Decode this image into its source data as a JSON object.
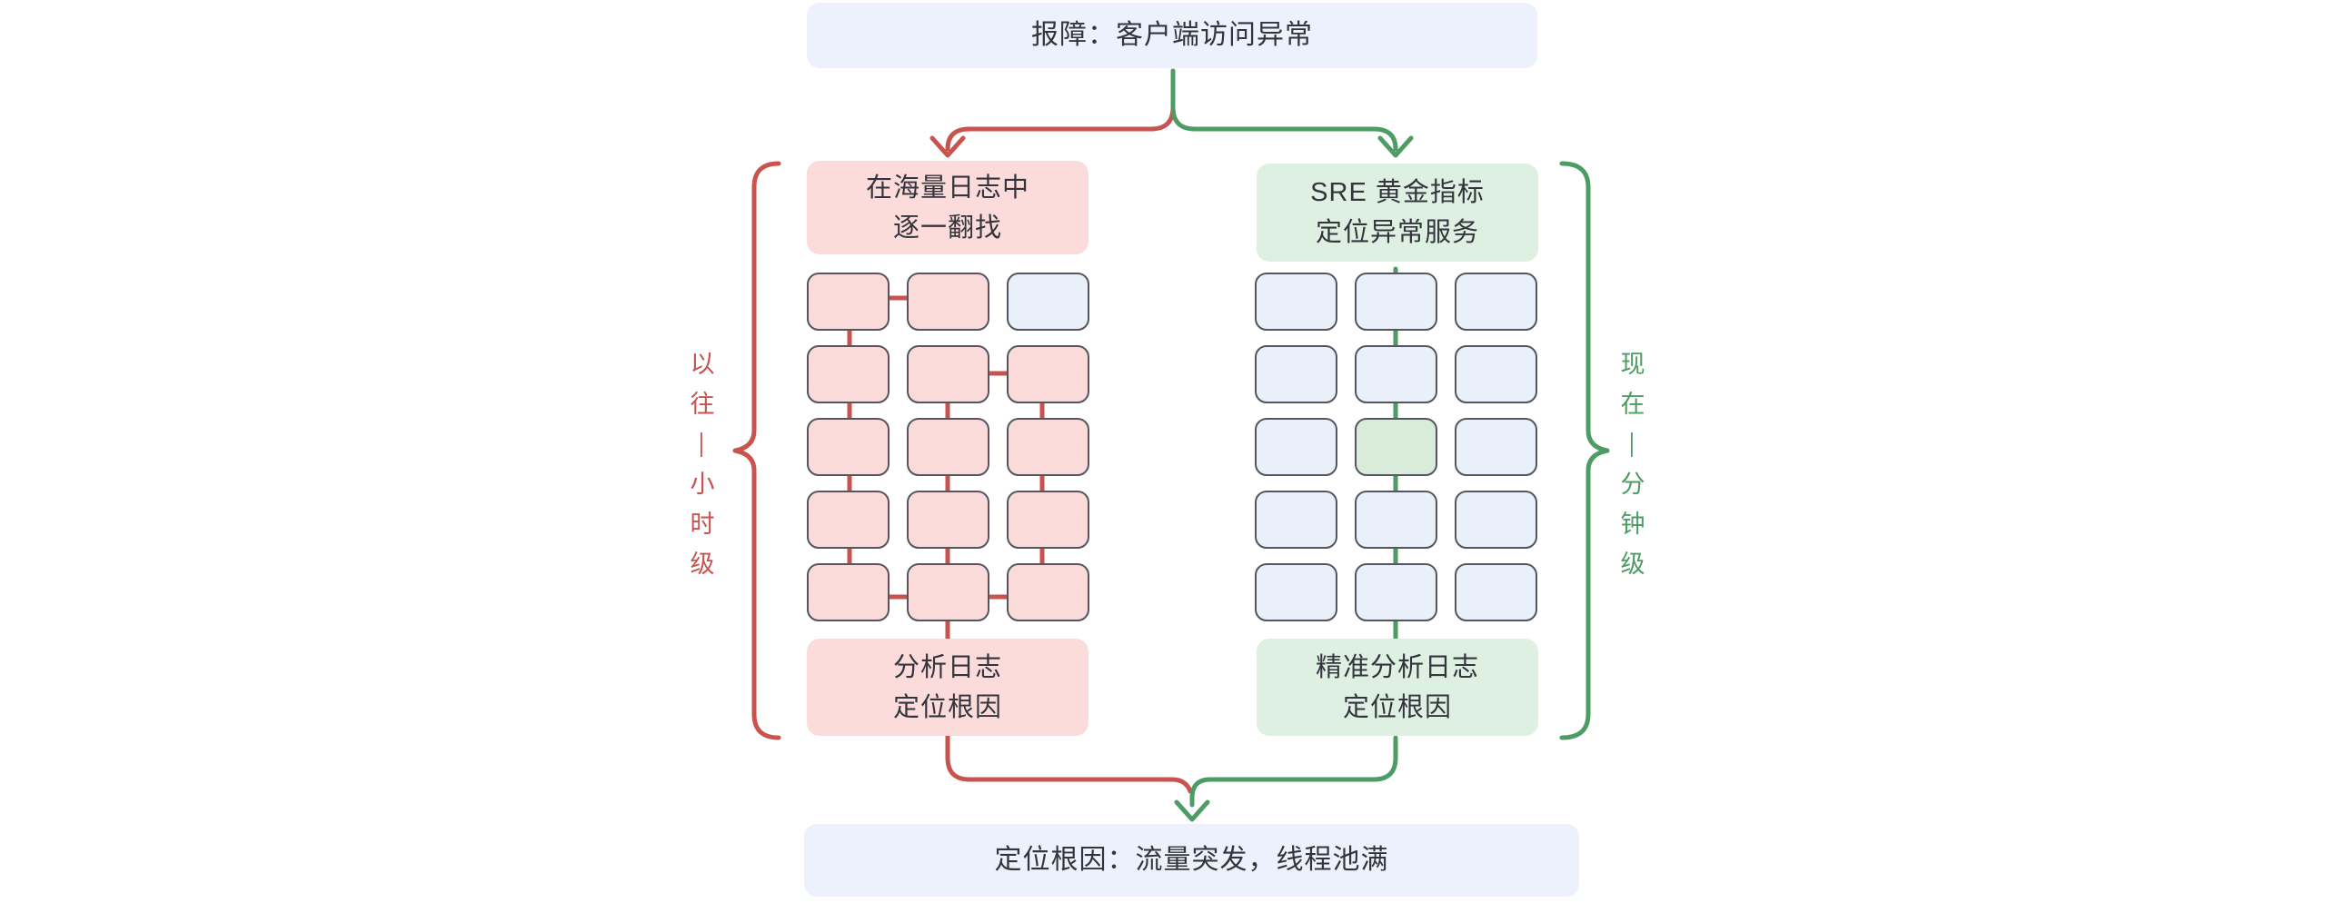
{
  "colors": {
    "red": "#c9534f",
    "green": "#4d9c64",
    "box_blue": "#edf1fb",
    "box_pink": "#fcdbdb",
    "box_green": "#def0e1",
    "cell_pink": "#fbdada",
    "cell_blue": "#eaf0fa",
    "cell_green": "#d8ecd9",
    "cell_border": "#54555f",
    "text": "#33343d"
  },
  "top_box": {
    "label": "报障：客户端访问异常"
  },
  "left_flow": {
    "step1_lines": [
      "在海量日志中",
      "逐一翻找"
    ],
    "step2_lines": [
      "分析日志",
      "定位根因"
    ],
    "brace_label": "以往—小时级",
    "brace_label_chars": [
      "以",
      "往",
      "—",
      "小",
      "时",
      "级"
    ]
  },
  "right_flow": {
    "step1_lines": [
      "SRE 黄金指标",
      "定位异常服务"
    ],
    "step2_lines": [
      "精准分析日志",
      "定位根因"
    ],
    "brace_label": "现在—分钟级",
    "brace_label_chars": [
      "现",
      "在",
      "—",
      "分",
      "钟",
      "级"
    ]
  },
  "bottom_box": {
    "label": "定位根因：流量突发，线程池满"
  },
  "left_grid": {
    "rows": 5,
    "cols": 3,
    "default_fill": "pink",
    "special_cells": [
      {
        "row": 0,
        "col": 2,
        "fill": "blue"
      }
    ]
  },
  "right_grid": {
    "rows": 5,
    "cols": 3,
    "default_fill": "blue",
    "special_cells": [
      {
        "row": 2,
        "col": 1,
        "fill": "green"
      }
    ]
  }
}
